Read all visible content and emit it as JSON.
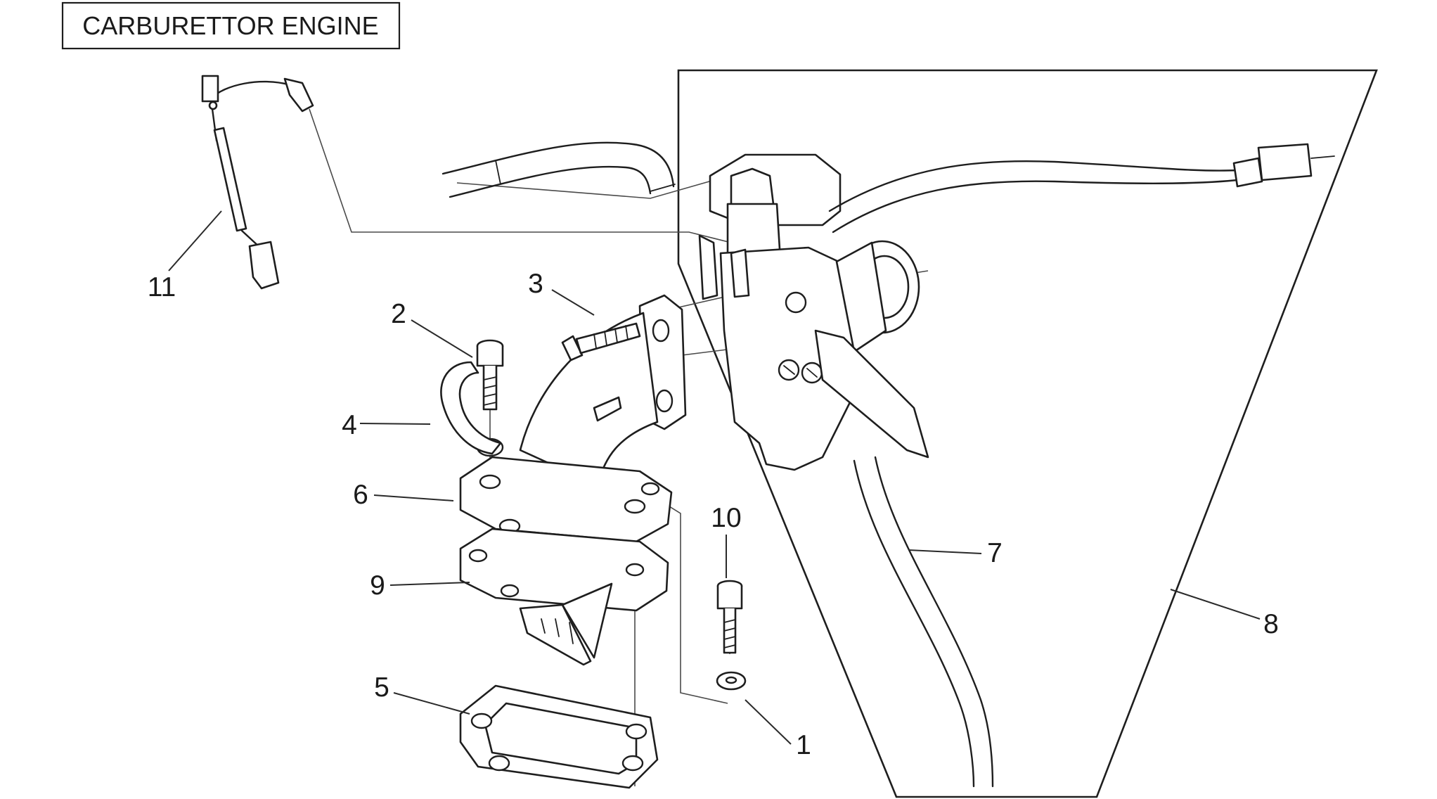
{
  "title": "CARBURETTOR ENGINE",
  "callouts": [
    {
      "id": "1",
      "label": "1"
    },
    {
      "id": "2",
      "label": "2"
    },
    {
      "id": "3",
      "label": "3"
    },
    {
      "id": "4",
      "label": "4"
    },
    {
      "id": "5",
      "label": "5"
    },
    {
      "id": "6",
      "label": "6"
    },
    {
      "id": "7",
      "label": "7"
    },
    {
      "id": "8",
      "label": "8"
    },
    {
      "id": "9",
      "label": "9"
    },
    {
      "id": "10",
      "label": "10"
    },
    {
      "id": "11",
      "label": "11"
    }
  ],
  "colors": {
    "line": "#1e1e1e",
    "background": "#ffffff"
  }
}
